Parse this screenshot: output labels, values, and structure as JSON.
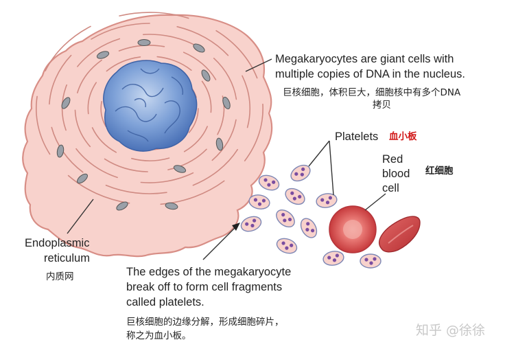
{
  "labels": {
    "mega_en_line1": "Megakaryocytes are giant cells with",
    "mega_en_line2": "multiple copies of DNA in the nucleus.",
    "mega_cn_line1": "巨核细胞，体积巨大，细胞核中有多个DNA",
    "mega_cn_line2": "拷贝",
    "platelets_en": "Platelets",
    "platelets_cn": "血小板",
    "rbc_en_line1": "Red",
    "rbc_en_line2": "blood",
    "rbc_en_line3": "cell",
    "rbc_cn": "红细胞",
    "er_en_line1": "Endoplasmic",
    "er_en_line2": "reticulum",
    "er_cn": "内质网",
    "edges_en_line1": "The edges of the megakaryocyte",
    "edges_en_line2": "break off to form cell fragments",
    "edges_en_line3": "called platelets.",
    "edges_cn_line1": "巨核细胞的边缘分解，形成细胞碎片，",
    "edges_cn_line2": "称之为血小板。"
  },
  "watermark": "知乎 @徐徐",
  "colors": {
    "cell_fill": "#f8d2cc",
    "cell_outline": "#d88e86",
    "er_membrane": "#cf8a82",
    "nucleus": "#6b92cf",
    "granule": "#7a4da0",
    "rbc": "#d8484a",
    "cn_highlight": "#d11616"
  }
}
